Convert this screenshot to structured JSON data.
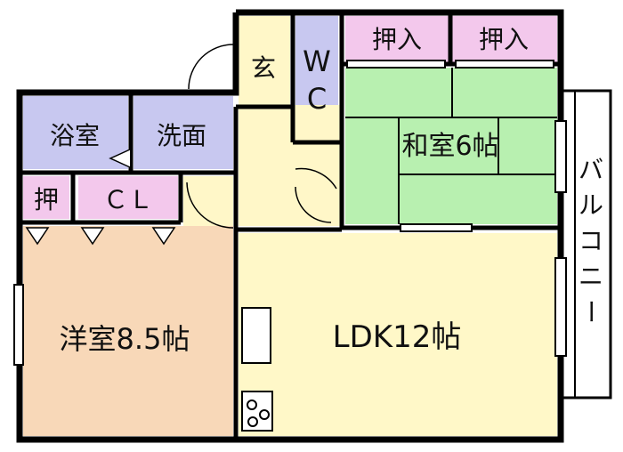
{
  "rooms": {
    "oshiire_top_left": "押入",
    "oshiire_top_right": "押入",
    "genkan": "玄",
    "wc_top": "W",
    "wc_bottom": "C",
    "washitsu": "和室6帖",
    "yokushitsu": "浴室",
    "senmen": "洗面",
    "oshi": "押",
    "closet": "ＣＬ",
    "yoshitsu": "洋室8.5帖",
    "ldk": "LDK12帖",
    "balcony": [
      "バ",
      "ル",
      "コ",
      "ニ",
      "ー"
    ]
  },
  "colors": {
    "wall": "#000000",
    "oshiire": "#f3c8ec",
    "genkan": "#fff7c8",
    "wc": "#c8c8f0",
    "washitsu": "#b8f0b0",
    "bath": "#c8c8f0",
    "closet": "#f3c8ec",
    "yoshitsu": "#f8d8b8",
    "ldk": "#fff8c8",
    "hall": "#fff7c8"
  }
}
